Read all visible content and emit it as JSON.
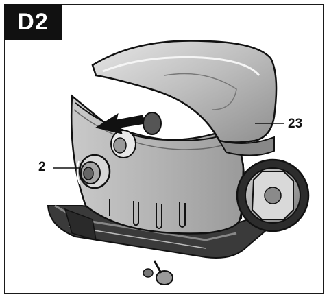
{
  "figure": {
    "badge": "D2",
    "callouts": {
      "part_2": "2",
      "part_23": "23"
    },
    "icons": {
      "product": "wet-dry-vacuum-icon",
      "arrow": "left-arrow-icon"
    }
  }
}
